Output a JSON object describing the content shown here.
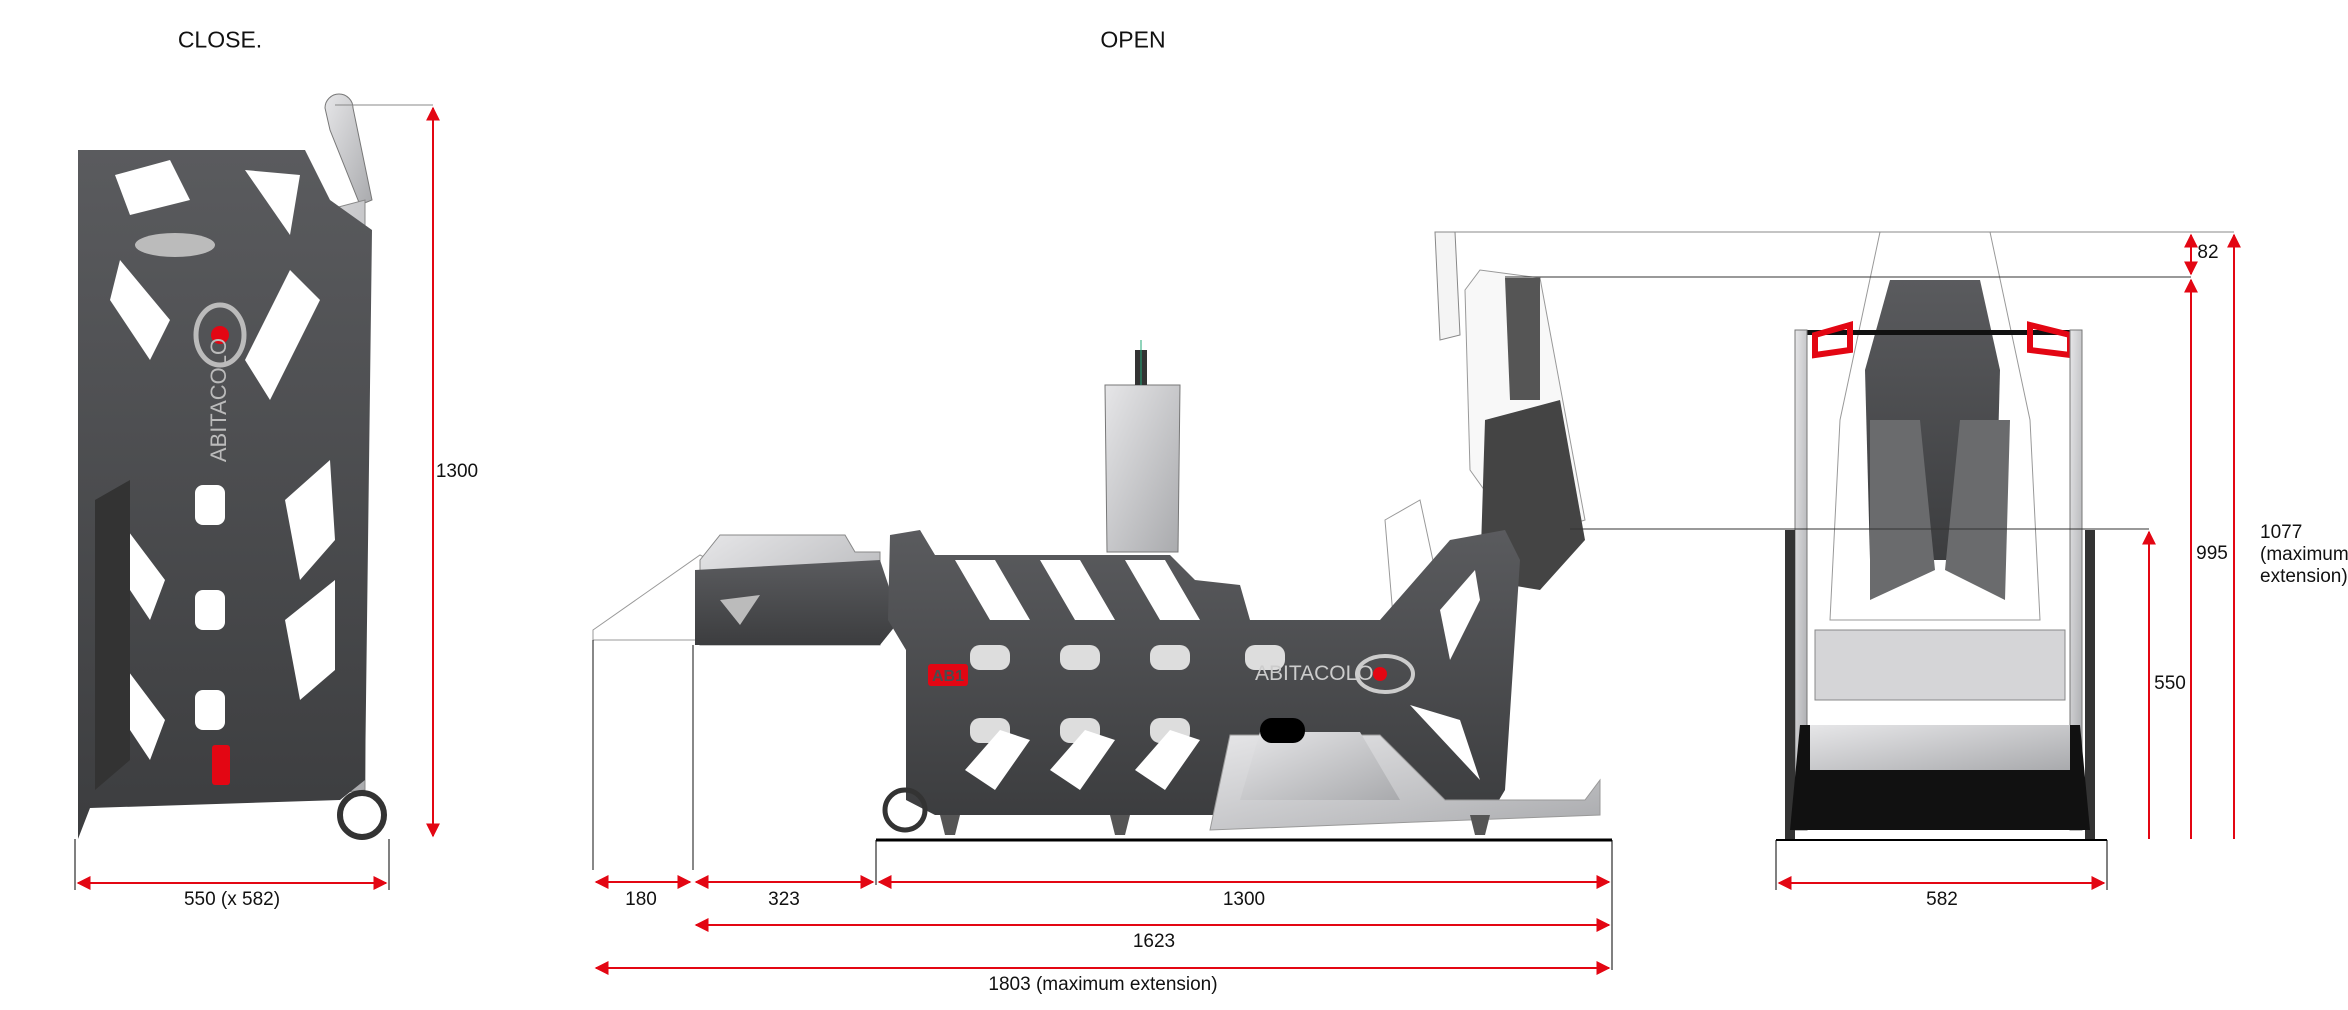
{
  "views": {
    "close": {
      "title": "CLOSE.",
      "height_label": "1300",
      "width_label": "550 (x 582)"
    },
    "open": {
      "title": "OPEN",
      "dims": {
        "d180": "180",
        "d323": "323",
        "d1300": "1300",
        "d1623": "1623",
        "d1803": "1803 (maximum extension)"
      }
    },
    "front": {
      "width_label": "582",
      "h550": "550",
      "h995": "995",
      "h82": "82",
      "h1077": "1077\n(maximum\nextension)"
    }
  },
  "brand": {
    "logo_text": "ABITACOLO",
    "badge_text": "AB1"
  },
  "colors": {
    "dimension": "#e30613",
    "frame": "#4b4c4e",
    "light_metal": "#c9cacc",
    "accent": "#e30613"
  }
}
